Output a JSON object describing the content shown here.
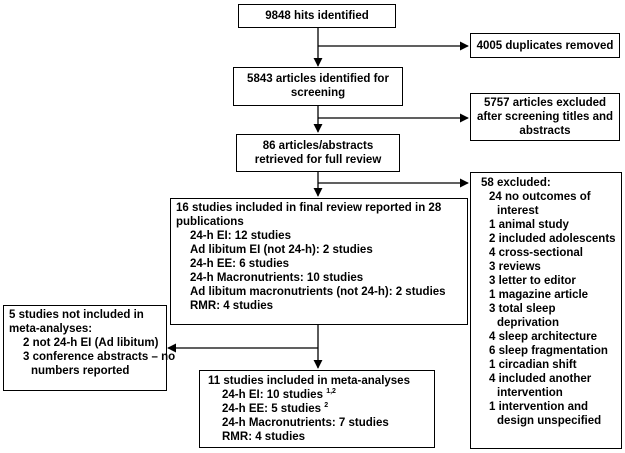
{
  "identified": "9848 hits identified",
  "duplicates": "4005 duplicates removed",
  "screening": [
    "5843 articles identified for",
    "screening"
  ],
  "excluded_titles": [
    "5757 articles excluded",
    "after screening titles and",
    "abstracts"
  ],
  "full_review": [
    "86 articles/abstracts",
    "retrieved for full review"
  ],
  "final_review": {
    "title": [
      "16 studies included in final review reported in 28",
      "publications"
    ],
    "items": [
      "24-h EI: 12 studies",
      "Ad libitum EI (not 24-h): 2  studies",
      "24-h EE: 6 studies",
      "24-h Macronutrients: 10 studies",
      "Ad libitum macronutrients (not 24-h): 2 studies",
      "RMR: 4 studies"
    ]
  },
  "excluded_58": {
    "title": "58 excluded:",
    "items": [
      [
        "24 no outcomes of",
        "interest"
      ],
      [
        "1 animal study"
      ],
      [
        "2 included adolescents"
      ],
      [
        "4 cross-sectional"
      ],
      [
        "3 reviews"
      ],
      [
        "3 letter to editor"
      ],
      [
        "1 magazine article"
      ],
      [
        "3 total sleep",
        "deprivation"
      ],
      [
        "4 sleep architecture"
      ],
      [
        "6 sleep fragmentation"
      ],
      [
        "1 circadian shift"
      ],
      [
        "4 included another",
        "intervention"
      ],
      [
        "1 intervention and",
        "design unspecified"
      ]
    ]
  },
  "not_included": {
    "title": [
      "5 studies not included in",
      "meta-analyses:"
    ],
    "items": [
      [
        "2 not 24-h EI (Ad libitum)"
      ],
      [
        "3 conference abstracts – no",
        "numbers reported"
      ]
    ]
  },
  "meta_analyses": {
    "title": "11 studies included in meta-analyses",
    "items": [
      {
        "text": "24-h EI: 10 studies ",
        "sup": "1,2"
      },
      {
        "text": "24-h EE: 5 studies ",
        "sup": "2"
      },
      {
        "text": "24-h Macronutrients: 7 studies",
        "sup": ""
      },
      {
        "text": "RMR: 4 studies",
        "sup": ""
      }
    ]
  }
}
